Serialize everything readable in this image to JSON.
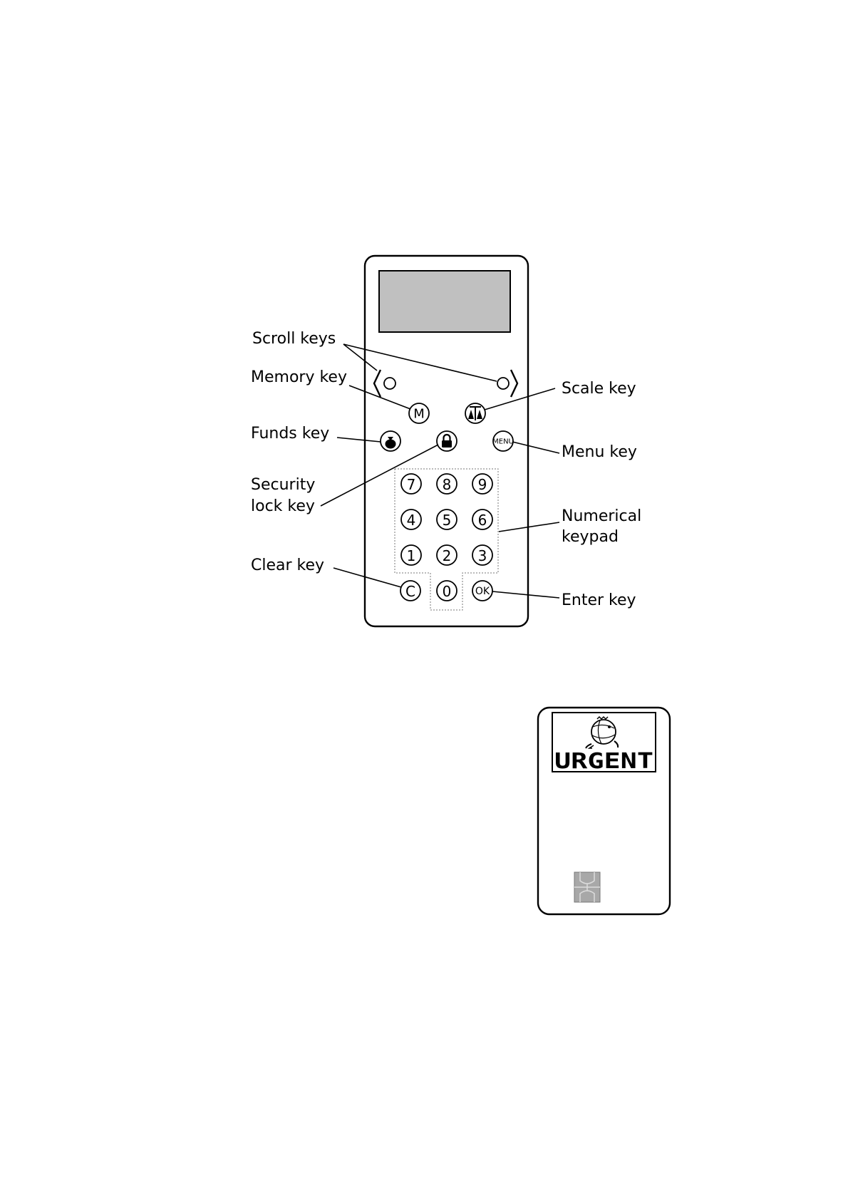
{
  "labels": {
    "scroll_keys": "Scroll keys",
    "memory_key": "Memory key",
    "funds_key": "Funds key",
    "security_line1": "Security",
    "security_line2": "lock key",
    "clear_key": "Clear key",
    "scale_key": "Scale key",
    "menu_key": "Menu key",
    "numerical_line1": "Numerical",
    "numerical_line2": "keypad",
    "enter_key": "Enter key"
  },
  "keys": {
    "memory": "M",
    "menu": "MENU",
    "clear": "C",
    "enter": "OK",
    "digits": {
      "d7": "7",
      "d8": "8",
      "d9": "9",
      "d4": "4",
      "d5": "5",
      "d6": "6",
      "d1": "1",
      "d2": "2",
      "d3": "3",
      "d0": "0"
    }
  },
  "card": {
    "badge_text": "URGENT"
  },
  "colors": {
    "display": "#c0c0c0",
    "chip": "#a8a8a8",
    "outline": "#000000"
  }
}
